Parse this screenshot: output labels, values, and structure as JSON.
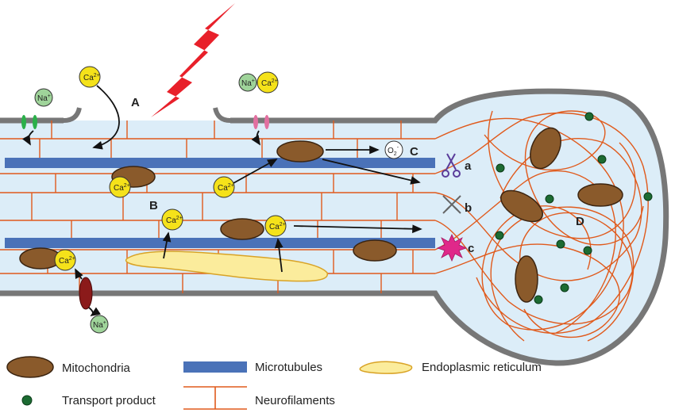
{
  "colors": {
    "axon_fill": "#dcedf8",
    "membrane": "#777777",
    "microtubule": "#4a72b8",
    "neurofilament": "#e05a1c",
    "mitochondria": "#8a5a2b",
    "calcium": "#f5e21a",
    "sodium": "#9fd49a",
    "er": "#fbec9c",
    "transport": "#1c6b32",
    "lightning": "#e8202a",
    "burst": "#e0288a"
  },
  "labels": {
    "A": "A",
    "B": "B",
    "C": "C",
    "D": "D",
    "a": "a",
    "b": "b",
    "c": "c"
  },
  "ions": {
    "ca": "Ca",
    "ca_charge": "2+",
    "na": "Na",
    "na_charge": "+",
    "o2": "O",
    "o2_sub": "2",
    "o2_charge": "-"
  },
  "icons": {
    "a": "scissors-icon",
    "b": "crossed-swords-icon",
    "c": "starburst-icon"
  },
  "legend": {
    "mitochondria": "Mitochondria",
    "microtubules": "Microtubules",
    "er": "Endoplasmic reticulum",
    "transport": "Transport product",
    "neurofilaments": "Neurofilaments"
  }
}
